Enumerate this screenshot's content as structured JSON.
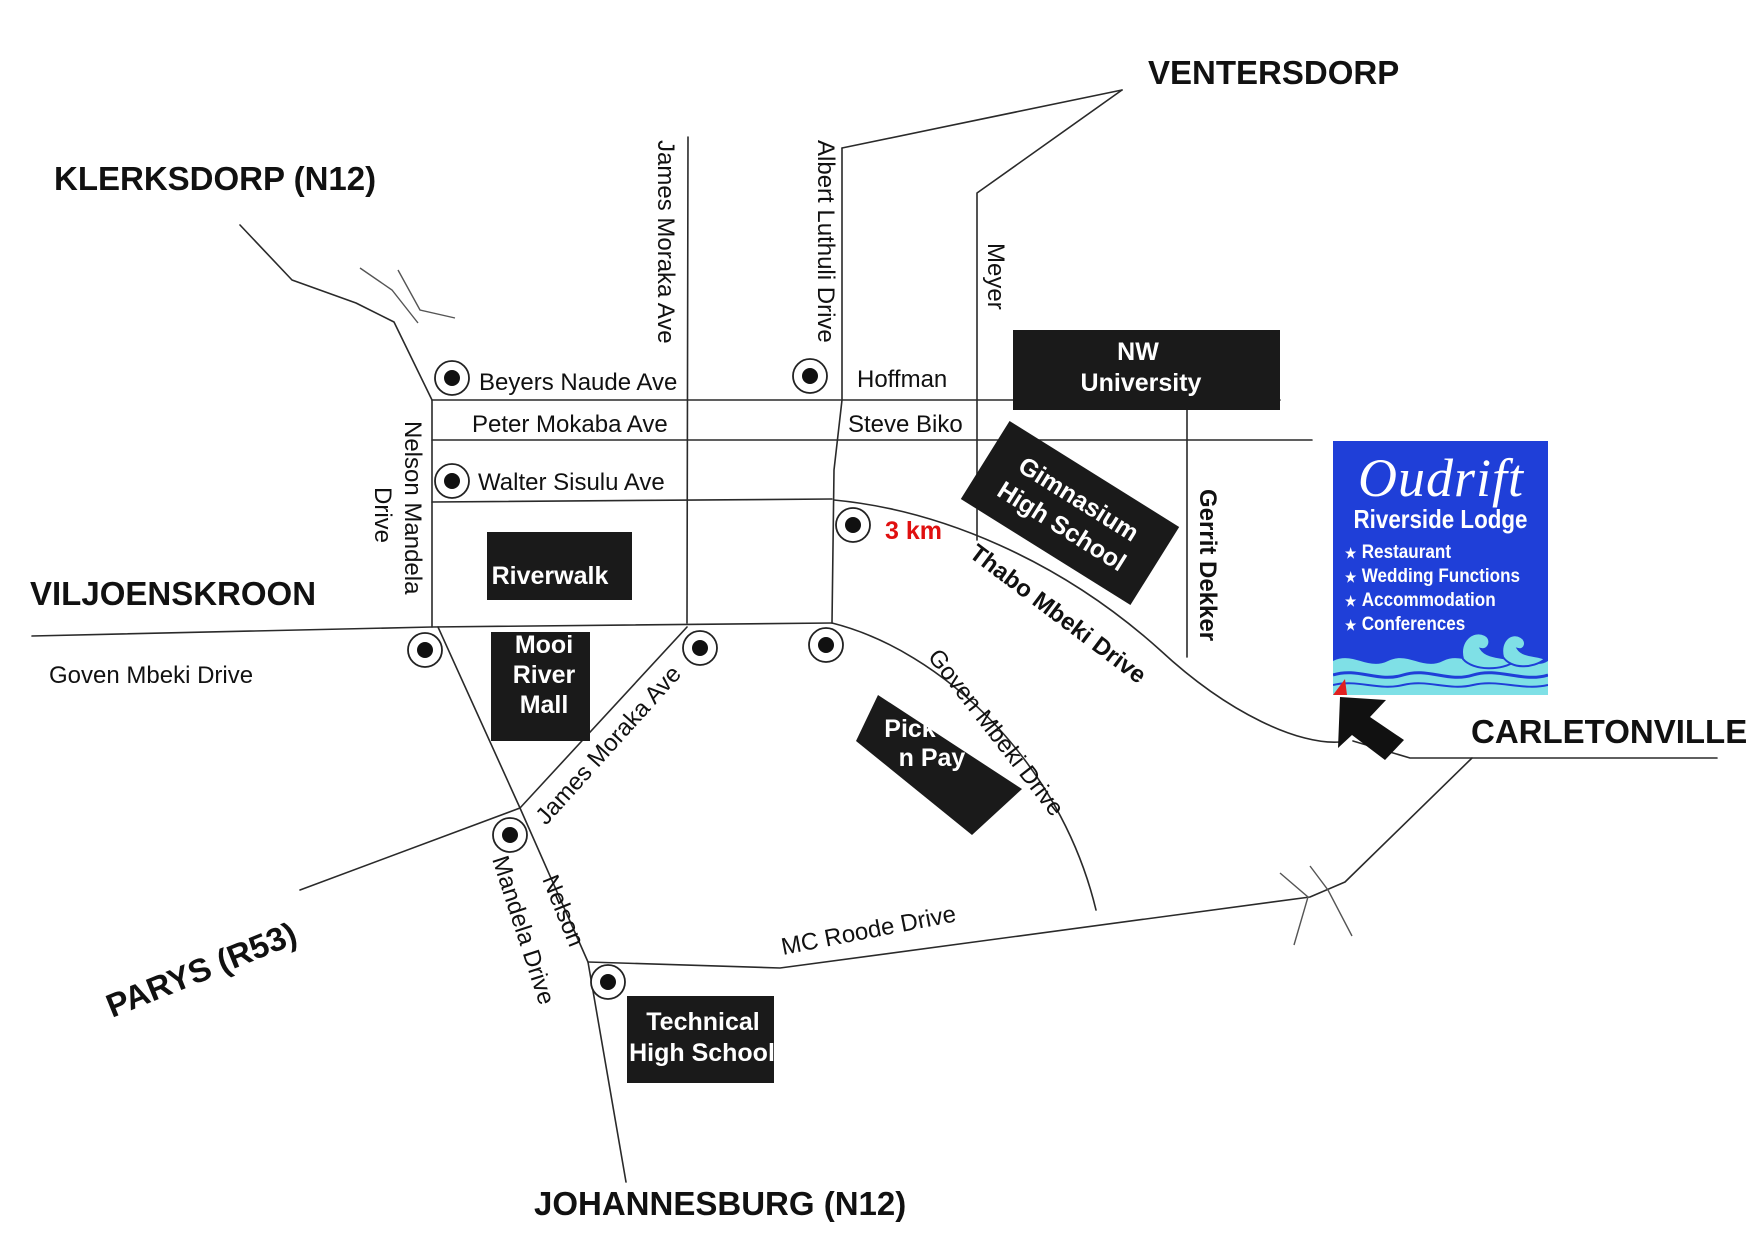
{
  "destinations": {
    "ventersdorp": "VENTERSDORP",
    "klerksdorp": "KLERKSDORP (N12)",
    "viljoenskroon": "VILJOENSKROON",
    "carletonville": "CARLETONVILLE",
    "parys": "PARYS (R53)",
    "johannesburg": "JOHANNESBURG (N12)"
  },
  "streets": {
    "beyers_naude": "Beyers Naude Ave",
    "peter_mokaba": "Peter Mokaba Ave",
    "walter_sisulu": "Walter Sisulu Ave",
    "hoffman": "Hoffman",
    "steve_biko": "Steve Biko",
    "james_moraka_top": "James Moraka Ave",
    "james_moraka_bottom": "James Moraka Ave",
    "albert_luthuli": "Albert Luthuli Drive",
    "meyer": "Meyer",
    "gerrit_dekker": "Gerrit Dekker",
    "nelson_mandela_top_1": "Nelson Mandela",
    "nelson_mandela_top_2": "Drive",
    "nelson_mandela_bottom_1": "Nelson",
    "nelson_mandela_bottom_2": "Mandela Drive",
    "goven_mbeki_left": "Goven Mbeki Drive",
    "goven_mbeki_right": "Goven Mbeki Drive",
    "thabo_mbeki": "Thabo Mbeki Drive",
    "mc_roode": "MC Roode Drive"
  },
  "landmarks": {
    "nw_university": [
      "NW",
      "University"
    ],
    "gimnasium": [
      "Gimnasium",
      "High School"
    ],
    "riverwalk": "Riverwalk",
    "mooi_river_mall": [
      "Mooi",
      "River",
      "Mall"
    ],
    "pick_n_pay": [
      "Pick",
      "n Pay"
    ],
    "technical_high_school": [
      "Technical",
      "High School"
    ]
  },
  "distance_label": "3 km",
  "lodge": {
    "brand": "Oudrift",
    "subtitle": "Riverside Lodge",
    "services": [
      "Restaurant",
      "Wedding Functions",
      "Accommodation",
      "Conferences"
    ],
    "background_color": "#1f3fd8",
    "accent_color": "#7fe0e6"
  },
  "colors": {
    "distance": "#e01010",
    "landmark_box": "#1a1a1a"
  }
}
